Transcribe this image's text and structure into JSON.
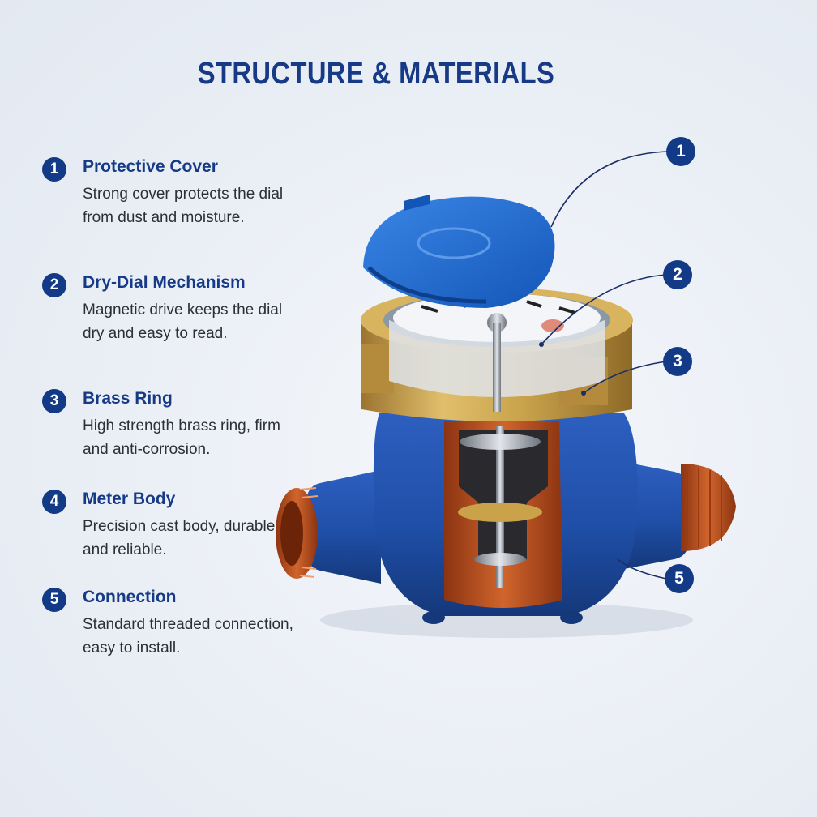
{
  "title": "STRUCTURE & MATERIALS",
  "features": [
    {
      "number": "1",
      "title": "Protective Cover",
      "description": "Strong cover protects the dial from dust and moisture."
    },
    {
      "number": "2",
      "title": "Dry-Dial Mechanism",
      "description": "Magnetic drive keeps the dial dry and easy to read."
    },
    {
      "number": "3",
      "title": "Brass Ring",
      "description": "High strength brass ring, firm and anti-corrosion."
    },
    {
      "number": "4",
      "title": "Meter Body",
      "description": "Precision cast body, durable and reliable."
    },
    {
      "number": "5",
      "title": "Connection",
      "description": "Standard threaded connection, easy to install."
    }
  ],
  "callouts": [
    "1",
    "2",
    "3",
    "5"
  ],
  "colors": {
    "accent": "#123a86",
    "body_blue": "#1f4fa8",
    "brass": "#c9a24a",
    "copper": "#c2531f"
  }
}
